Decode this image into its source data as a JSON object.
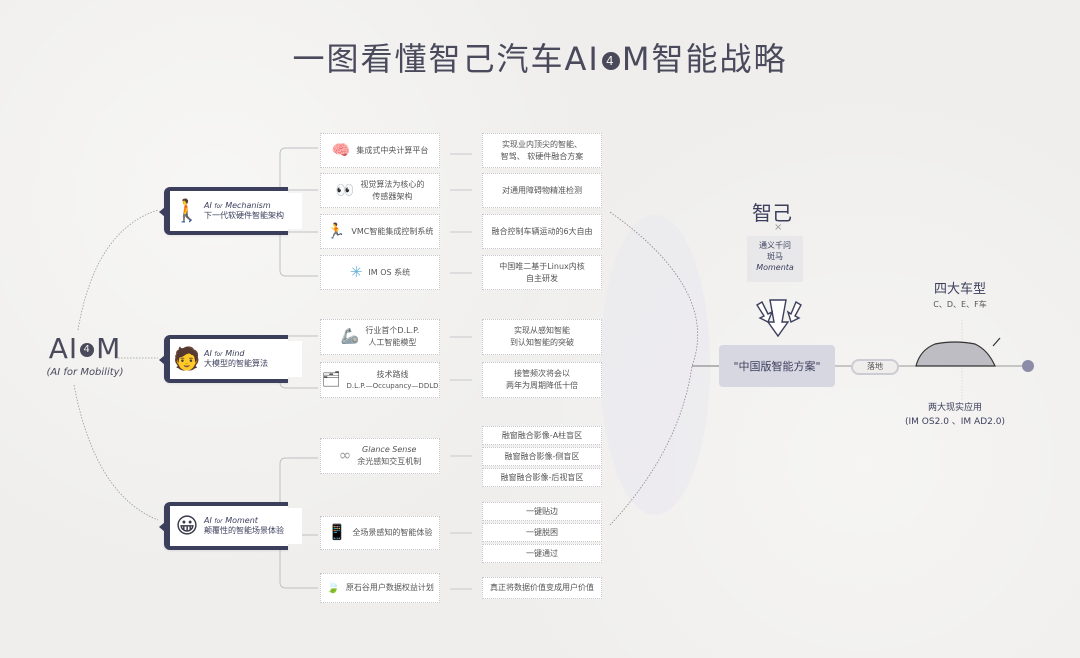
{
  "title": {
    "prefix": "一图看懂智己汽车AI",
    "badge": "4",
    "suffix": "M智能战略"
  },
  "root": {
    "main_prefix": "AI",
    "badge": "4",
    "main_suffix": "M",
    "sub": "(AI for Mobility)"
  },
  "categories": [
    {
      "icon": "walking-person-icon",
      "icon_glyph": "🚶",
      "en_prefix": "AI",
      "en_for": "for",
      "en_name": "Mechanism",
      "zh": "下一代软硬件智能架构",
      "items": [
        {
          "icon": "brain-icon",
          "icon_glyph": "🧠",
          "label": "集成式中央计算平台",
          "desc": [
            "实现业内顶尖的智能、",
            "智驾、 软硬件融合方案"
          ]
        },
        {
          "icon": "eyes-icon",
          "icon_glyph": "👀",
          "label": [
            "视觉算法为核心的",
            "传感器架构"
          ],
          "desc": [
            "对通用障碍物精准检测"
          ]
        },
        {
          "icon": "robot-runner-icon",
          "icon_glyph": "🏃",
          "label": "VMC智能集成控制系统",
          "desc": [
            "融合控制车辆运动的6大自由"
          ]
        },
        {
          "icon": "network-icon",
          "icon_glyph": "✳",
          "label": "IM OS 系统",
          "desc": [
            "中国唯二基于Linux内核",
            "自主研发"
          ]
        }
      ]
    },
    {
      "icon": "mind-head-icon",
      "icon_glyph": "🧑",
      "en_prefix": "AI",
      "en_for": "for",
      "en_name": "Mind",
      "zh": "大模型的智能算法",
      "items": [
        {
          "icon": "robot-arm-icon",
          "icon_glyph": "🦾",
          "label": [
            "行业首个D.L.P.",
            "人工智能模型"
          ],
          "desc": [
            "实现从感知智能",
            "到认知智能的突破"
          ]
        },
        {
          "icon": "folder-icon",
          "icon_glyph": "🗂",
          "label": [
            "技术路线",
            "D.L.P.—Occupancy—DDLD"
          ],
          "desc": [
            "接管频次将会以",
            "两年为周期降低十倍"
          ]
        }
      ]
    },
    {
      "icon": "smiley-icon",
      "icon_glyph": "😀",
      "en_prefix": "AI",
      "en_for": "for",
      "en_name": "Moment",
      "zh": "颠覆性的智能场景体验",
      "items": [
        {
          "icon": "infinity-icon",
          "icon_glyph": "∞",
          "label": [
            "Glance Sense",
            "余光感知交互机制"
          ],
          "desc_list": [
            "融窗融合影像-A柱盲区",
            "融窗融合影像-侧盲区",
            "融窗融合影像-后视盲区"
          ]
        },
        {
          "icon": "phone-scene-icon",
          "icon_glyph": "📱",
          "label": "全场景感知的智能体验",
          "desc_list": [
            "一键贴边",
            "一键脱困",
            "一键通过"
          ]
        },
        {
          "icon": "leaf-icon",
          "icon_glyph": "🍃",
          "label": "原石谷用户数据权益计划",
          "desc": [
            "真正将数据价值变成用户价值"
          ]
        }
      ]
    }
  ],
  "right": {
    "brand": "智己",
    "times": "×",
    "partners": [
      "通义千问",
      "斑马",
      "Momenta"
    ],
    "plan": "\"中国版智能方案\"",
    "land": "落地",
    "models_title": "四大车型",
    "models_sub": "C、D、E、F车",
    "apps_line1": "两大现实应用",
    "apps_line2": "(IM OS2.0 、IM AD2.0)"
  },
  "colors": {
    "background": "#efeeec",
    "accent_dark": "#3c3f5c",
    "plan_fill": "#d7d7e2",
    "dot": "#8c8ca8"
  }
}
